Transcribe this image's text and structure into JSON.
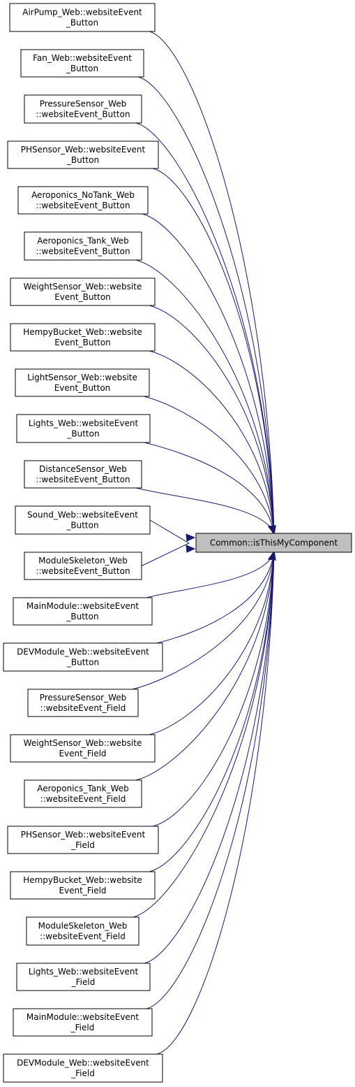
{
  "target": {
    "lines": [
      "Common::isThisMyComponent"
    ]
  },
  "callers": [
    {
      "lines": [
        "AirPump_Web::websiteEvent",
        "_Button"
      ]
    },
    {
      "lines": [
        "Fan_Web::websiteEvent",
        "_Button"
      ]
    },
    {
      "lines": [
        "PressureSensor_Web",
        "::websiteEvent_Button"
      ]
    },
    {
      "lines": [
        "PHSensor_Web::websiteEvent",
        "_Button"
      ]
    },
    {
      "lines": [
        "Aeroponics_NoTank_Web",
        "::websiteEvent_Button"
      ]
    },
    {
      "lines": [
        "Aeroponics_Tank_Web",
        "::websiteEvent_Button"
      ]
    },
    {
      "lines": [
        "WeightSensor_Web::website",
        "Event_Button"
      ]
    },
    {
      "lines": [
        "HempyBucket_Web::website",
        "Event_Button"
      ]
    },
    {
      "lines": [
        "LightSensor_Web::website",
        "Event_Button"
      ]
    },
    {
      "lines": [
        "Lights_Web::websiteEvent",
        "_Button"
      ]
    },
    {
      "lines": [
        "DistanceSensor_Web",
        "::websiteEvent_Button"
      ]
    },
    {
      "lines": [
        "Sound_Web::websiteEvent",
        "_Button"
      ]
    },
    {
      "lines": [
        "ModuleSkeleton_Web",
        "::websiteEvent_Button"
      ]
    },
    {
      "lines": [
        "MainModule::websiteEvent",
        "_Button"
      ]
    },
    {
      "lines": [
        "DEVModule_Web::websiteEvent",
        "_Button"
      ]
    },
    {
      "lines": [
        "PressureSensor_Web",
        "::websiteEvent_Field"
      ]
    },
    {
      "lines": [
        "WeightSensor_Web::website",
        "Event_Field"
      ]
    },
    {
      "lines": [
        "Aeroponics_Tank_Web",
        "::websiteEvent_Field"
      ]
    },
    {
      "lines": [
        "PHSensor_Web::websiteEvent",
        "_Field"
      ]
    },
    {
      "lines": [
        "HempyBucket_Web::website",
        "Event_Field"
      ]
    },
    {
      "lines": [
        "ModuleSkeleton_Web",
        "::websiteEvent_Field"
      ]
    },
    {
      "lines": [
        "Lights_Web::websiteEvent",
        "_Field"
      ]
    },
    {
      "lines": [
        "MainModule::websiteEvent",
        "_Field"
      ]
    },
    {
      "lines": [
        "DEVModule_Web::websiteEvent",
        "_Field"
      ]
    }
  ],
  "colors": {
    "edge": "#191970",
    "target_fill": "#bfbfbf",
    "node_fill": "#ffffff",
    "border": "#000000"
  }
}
